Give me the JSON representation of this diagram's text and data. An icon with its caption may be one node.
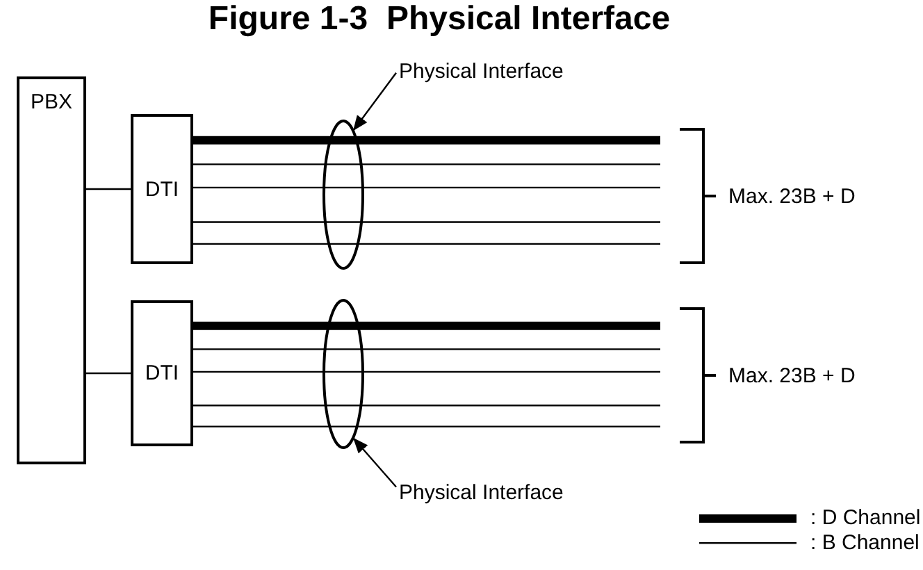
{
  "diagram": {
    "title": "Figure 1-3  Physical Interface",
    "nodes": [
      {
        "text": [
          "PBX"
        ]
      },
      {
        "text": [
          "Physical Interface"
        ]
      },
      {
        "text": [
          "DTI"
        ]
      },
      {
        "text": [],
        "shape": "ellipse"
      },
      {
        "text": [
          "DTI"
        ]
      },
      {
        "text": [],
        "shape": "ellipse"
      },
      {
        "text": [
          "Physical Interface"
        ]
      }
    ],
    "edges": [
      {
        "from": 0,
        "to": 2,
        "arrow": "none"
      },
      {
        "from": 0,
        "to": 4,
        "arrow": "none"
      },
      {
        "from": 1,
        "to": 3,
        "arrow": "to"
      },
      {
        "from": 2,
        "to": null,
        "arrow": "none",
        "style": "thick"
      },
      {
        "from": 2,
        "to": null,
        "arrow": "none"
      },
      {
        "from": 2,
        "to": null,
        "arrow": "none"
      },
      {
        "from": 2,
        "to": null,
        "arrow": "none"
      },
      {
        "from": 2,
        "to": null,
        "arrow": "none"
      },
      {
        "from": 4,
        "to": null,
        "arrow": "none",
        "style": "thick"
      },
      {
        "from": 4,
        "to": null,
        "arrow": "none"
      },
      {
        "from": 4,
        "to": null,
        "arrow": "none"
      },
      {
        "from": 4,
        "to": null,
        "arrow": "none"
      },
      {
        "from": 4,
        "to": null,
        "arrow": "none"
      },
      {
        "from": 6,
        "to": 5,
        "arrow": "to"
      }
    ],
    "labels": [
      "Max. 23B + D",
      "Max. 23B + D"
    ],
    "legend": [
      {
        "text": ": D Channel"
      },
      {
        "text": ": B Channel"
      }
    ]
  }
}
